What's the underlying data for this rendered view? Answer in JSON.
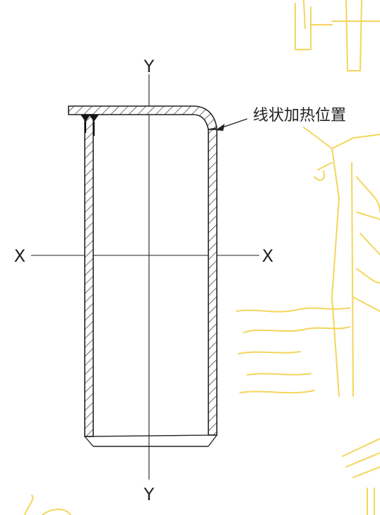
{
  "diagram": {
    "labels": {
      "y_top": "Y",
      "y_bottom": "Y",
      "x_left": "X",
      "x_right": "X",
      "callout": "线状加热位置"
    }
  },
  "colors": {
    "line": "#222222",
    "watermark": "#f2d24a",
    "background": "#ffffff"
  }
}
